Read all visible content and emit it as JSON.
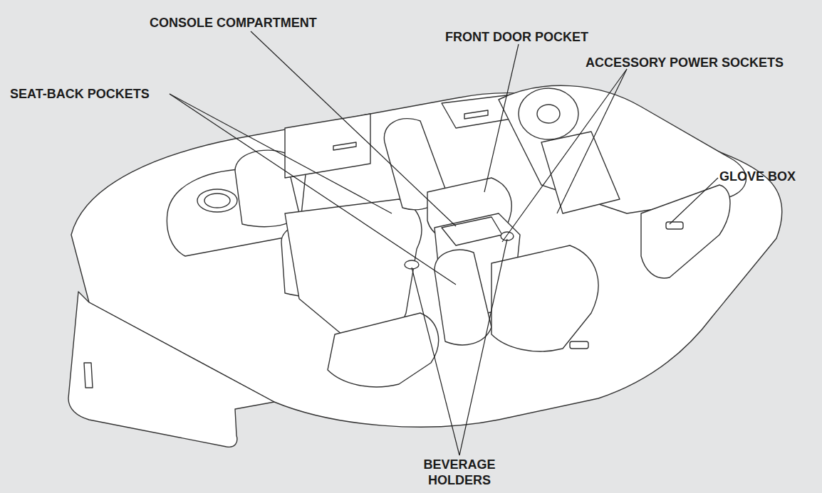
{
  "diagram": {
    "labels": [
      "CONSOLE COMPARTMENT",
      "FRONT DOOR POCKET",
      "SEAT-BACK POCKETS",
      "ACCESSORY POWER SOCKETS",
      "GLOVE BOX",
      "BEVERAGE HOLDERS"
    ]
  }
}
